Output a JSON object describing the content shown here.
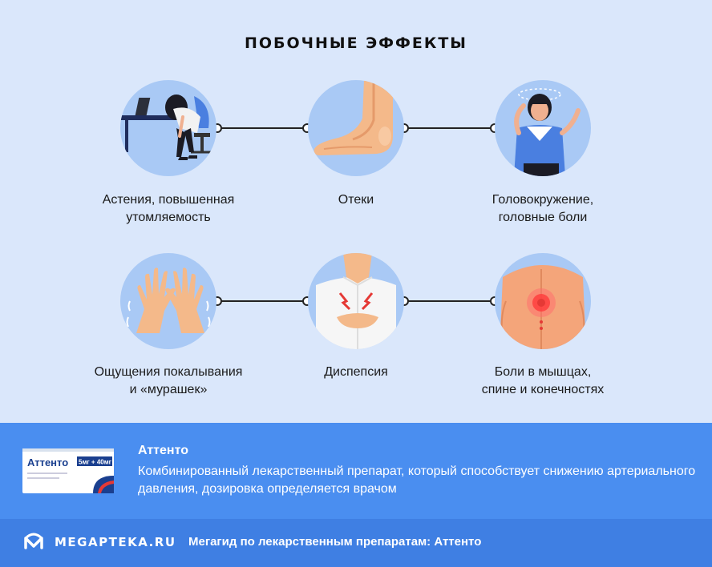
{
  "title": "ПОБОЧНЫЕ ЭФФЕКТЫ",
  "effects": [
    {
      "line1": "Астения, повышенная",
      "line2": "утомляемость",
      "icon": "tired-woman-at-desk-icon"
    },
    {
      "line1": "Отеки",
      "line2": "",
      "icon": "swollen-foot-icon"
    },
    {
      "line1": "Головокружение,",
      "line2": "головные боли",
      "icon": "dizzy-woman-icon"
    },
    {
      "line1": "Ощущения покалывания",
      "line2": "и «мурашек»",
      "icon": "tingling-hands-icon"
    },
    {
      "line1": "Диспепсия",
      "line2": "",
      "icon": "stomach-pain-icon"
    },
    {
      "line1": "Боли в мышцах,",
      "line2": "спине и конечностях",
      "icon": "back-pain-icon"
    }
  ],
  "product": {
    "name": "Аттенто",
    "description": "Комбинированный лекарственный препарат, который способствует снижению артериального давления, дозировка определяется врачом",
    "pack_name": "Аттенто",
    "pack_dose": "5мг + 40мг"
  },
  "footer": {
    "brand": "MEGAPTEKA.RU",
    "tagline": "Мегагид по лекарственным препаратам: Аттенто"
  },
  "colors": {
    "background": "#dae7fb",
    "circle": "#a9c9f5",
    "info_band": "#4a8ef0",
    "footer_band": "#3f7fe3"
  }
}
